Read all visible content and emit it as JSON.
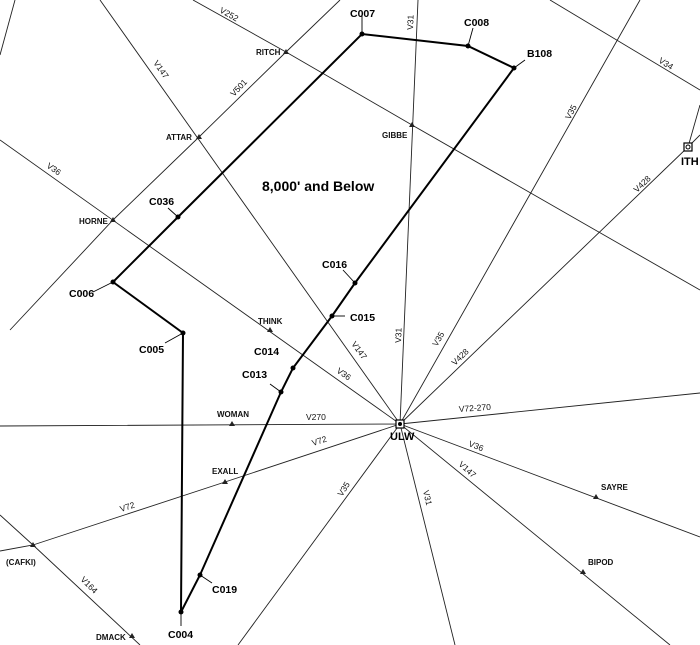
{
  "title": "8,000' and Below",
  "navaids": {
    "ulw": "ULW",
    "ith": "ITH"
  },
  "airways": {
    "v31_n": "V31",
    "v31_s": "V31",
    "v35_n": "V35",
    "v35_s": "V35",
    "v428_ne": "V428",
    "v428_n": "V428",
    "v147_nw": "V147",
    "v147_mid": "V147",
    "v147_se": "V147",
    "v36_nw": "V36",
    "v36_mid": "V36",
    "v36_se": "V36",
    "v270": "V270",
    "v72_270": "V72-270",
    "v72_w": "V72",
    "v72_e": "V72",
    "v164": "V164",
    "v501": "V501",
    "v252": "V252",
    "v34": "V34",
    "v35_top": "V35",
    "v31_top": "V31"
  },
  "fixes": {
    "ritch": "RITCH",
    "attar": "ATTAR",
    "horne": "HORNE",
    "gibbe": "GIBBE",
    "think": "THINK",
    "woman": "WOMAN",
    "exall": "EXALL",
    "cafki": "(CAFKI)",
    "dmack": "DMACK",
    "sayre": "SAYRE",
    "bipod": "BIPOD"
  },
  "waypoints": {
    "c007": "C007",
    "c008": "C008",
    "b108": "B108",
    "c036": "C036",
    "c006": "C006",
    "c005": "C005",
    "c016": "C016",
    "c015": "C015",
    "c014": "C014",
    "c013": "C013",
    "c019": "C019",
    "c004": "C004"
  }
}
